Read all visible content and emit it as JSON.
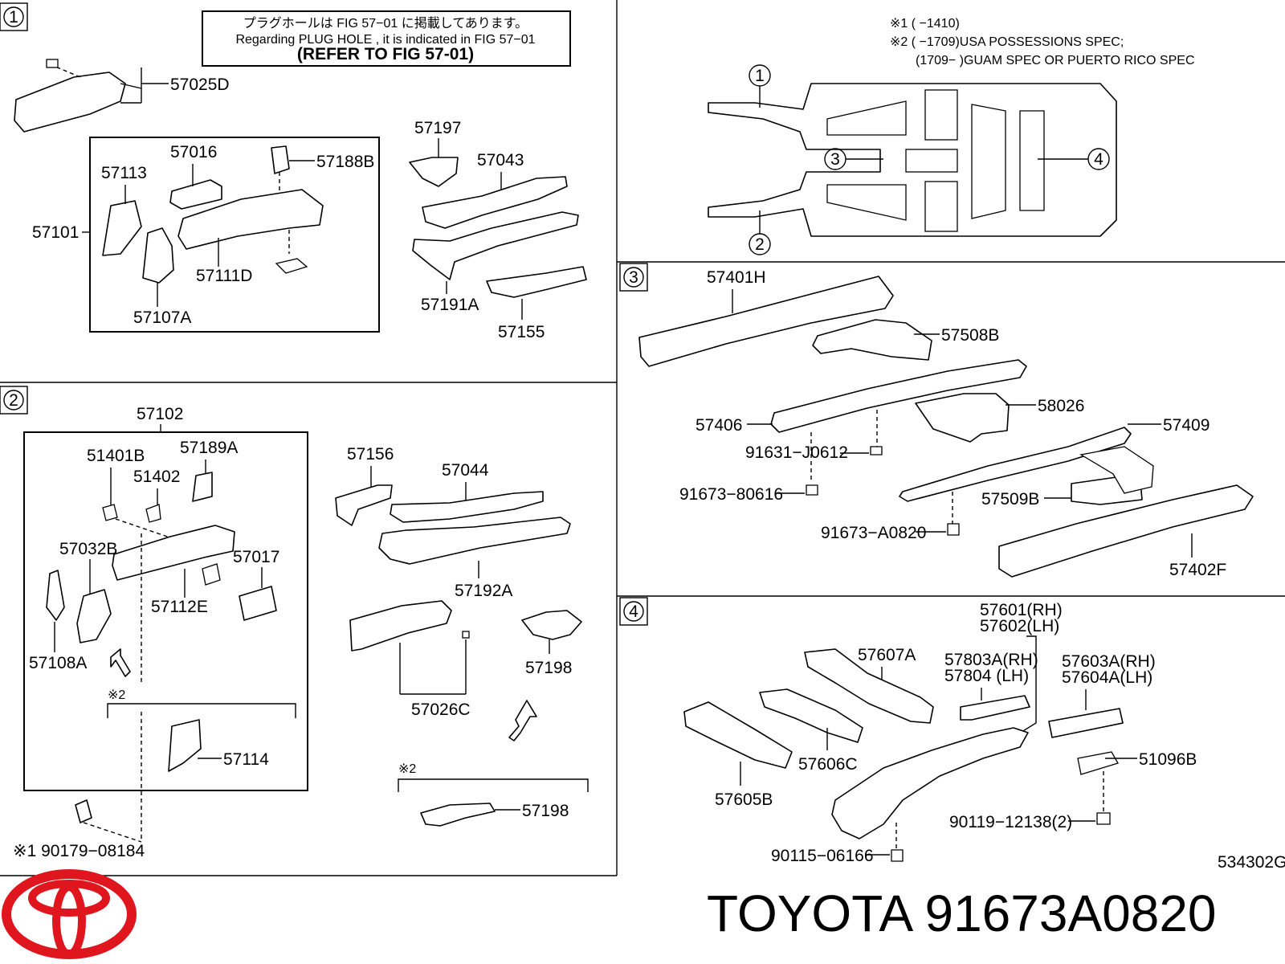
{
  "notes": {
    "plug_hole_jp": "プラグホールは FIG 57−01 に掲載してあります。",
    "plug_hole_en": "Regarding  PLUG  HOLE , it is indicated in  FIG  57−01",
    "refer": "(REFER  TO  FIG 57-01)",
    "footnote1": "※1 (        −1410)",
    "footnote2": "※2 (        −1709)USA POSSESSIONS SPEC;",
    "footnote3": "(1709−        )GUAM SPEC OR PUERTO RICO SPEC"
  },
  "sections": {
    "s1": "1",
    "s2": "2",
    "s3": "3",
    "s4": "4"
  },
  "overview": {
    "c1": "1",
    "c2": "2",
    "c3": "3",
    "c4": "4"
  },
  "section1": {
    "p57025D": "57025D",
    "p57016": "57016",
    "p57113": "57113",
    "p57188B": "57188B",
    "p57101": "57101",
    "p57111D": "57111D",
    "p57107A": "57107A",
    "p57197": "57197",
    "p57043": "57043",
    "p57191A": "57191A",
    "p57155": "57155"
  },
  "section2": {
    "p57102": "57102",
    "p51401B": "51401B",
    "p57189A": "57189A",
    "p51402": "51402",
    "p57032B": "57032B",
    "p57017": "57017",
    "p57112E": "57112E",
    "p57108A": "57108A",
    "mark2": "※2",
    "p57114": "57114",
    "p90179": "※1 90179−08184",
    "p57156": "57156",
    "p57044": "57044",
    "p57192A": "57192A",
    "p57026C": "57026C",
    "p57198": "57198",
    "mark2b": "※2",
    "p57198b": "57198"
  },
  "section3": {
    "p57401H": "57401H",
    "p57508B": "57508B",
    "p57406": "57406",
    "p58026": "58026",
    "p57409": "57409",
    "p91631": "91631−J0612",
    "p91673_80616": "91673−80616",
    "p57509B": "57509B",
    "p91673_A0820": "91673−A0820",
    "p57402F": "57402F"
  },
  "section4": {
    "p57601": "57601(RH)",
    "p57602": "57602(LH)",
    "p57607A": "57607A",
    "p57803A": "57803A(RH)",
    "p57804": "57804 (LH)",
    "p57603A": "57603A(RH)",
    "p57604A": "57604A(LH)",
    "p57605B": "57605B",
    "p57606C": "57606C",
    "p51096B": "51096B",
    "p90119": "90119−12138(2)",
    "p90115": "90115−06166"
  },
  "diagram_code": "534302G",
  "brand": {
    "text": "TOYOTA 91673A0820",
    "logo_color": "#e0161e"
  }
}
